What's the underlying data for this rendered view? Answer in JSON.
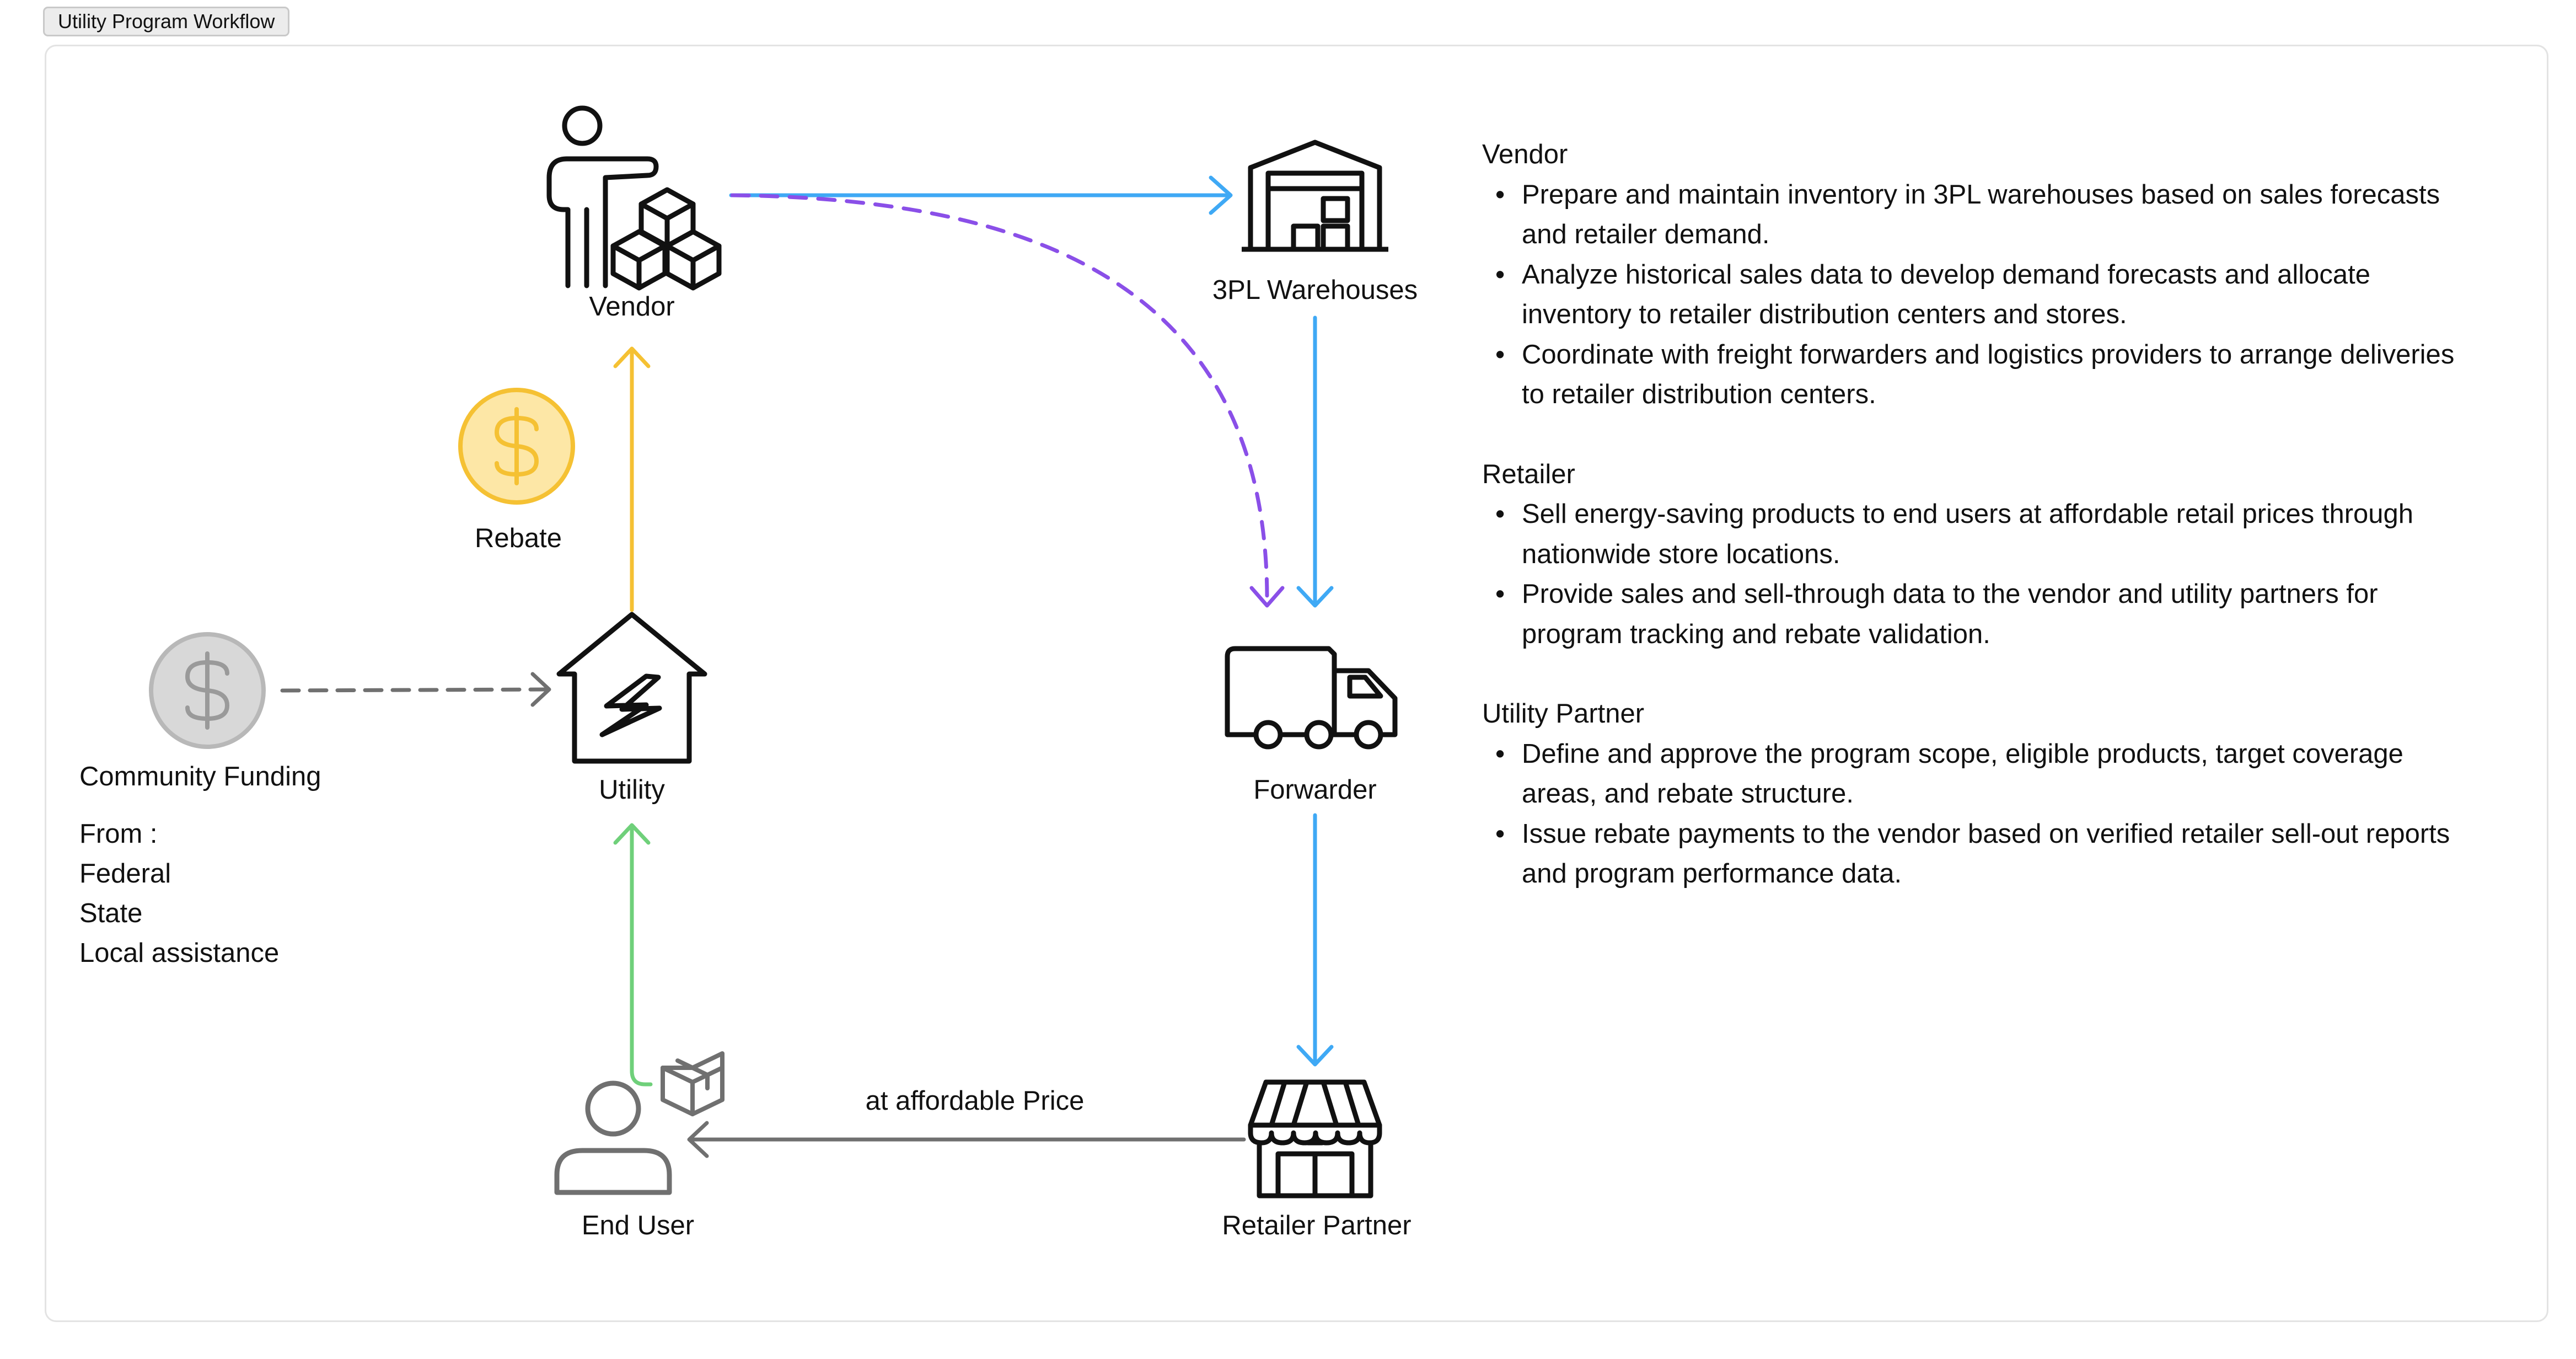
{
  "title": "Utility Program Workflow",
  "nodes": {
    "vendor": "Vendor",
    "warehouses": "3PL Warehouses",
    "rebate": "Rebate",
    "community_funding": "Community Funding",
    "funding_from": [
      "From :",
      "Federal",
      "State",
      "Local assistance"
    ],
    "utility": "Utility",
    "forwarder": "Forwarder",
    "end_user": "End User",
    "retailer_partner": "Retailer Partner",
    "price_label": "at affordable Price"
  },
  "roles": [
    {
      "title": "Vendor",
      "items": [
        "Prepare and maintain inventory in 3PL warehouses based on sales forecasts and retailer demand.",
        "Analyze historical sales data to develop demand forecasts and allocate inventory to retailer distribution centers and stores.",
        "Coordinate with freight forwarders and logistics providers to arrange deliveries to retailer distribution centers."
      ]
    },
    {
      "title": "Retailer",
      "items": [
        "Sell energy-saving products to end users at affordable retail prices through nationwide store locations.",
        "Provide sales and sell-through data to the vendor and utility partners for program tracking and rebate validation."
      ]
    },
    {
      "title": "Utility Partner",
      "items": [
        "Define and approve the program scope, eligible products, target coverage areas, and rebate structure.",
        "Issue rebate payments to the vendor based on verified retailer sell-out reports and program performance data."
      ]
    }
  ],
  "colors": {
    "blue": "#3fa9f5",
    "yellow": "#f5c133",
    "purple": "#8a4fe8",
    "green": "#6fd07a",
    "gray": "#707070",
    "coin_yellow_fill": "#fde7a6",
    "coin_gray_fill": "#d8d8d8"
  },
  "icons": {
    "vendor": "person-with-boxes-icon",
    "warehouses": "warehouse-icon",
    "rebate": "dollar-coin-icon",
    "community_funding": "dollar-coin-icon",
    "utility": "house-lightning-icon",
    "forwarder": "truck-icon",
    "end_user": "user-icon",
    "package": "package-icon",
    "retailer_partner": "storefront-icon"
  }
}
